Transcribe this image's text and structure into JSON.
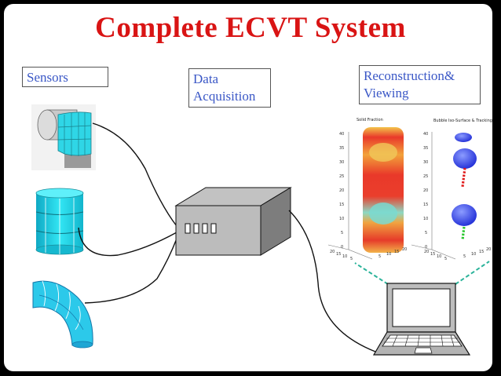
{
  "title": "Complete ECVT System",
  "labels": {
    "sensors": "Sensors",
    "data_acq_line1": "Data",
    "data_acq_line2": "Acquisition",
    "recon_line1": "Reconstruction&",
    "recon_line2": "Viewing"
  },
  "plots": {
    "left_title": "Solid Fraction",
    "right_title": "Bubble Iso-Surface & Tracking",
    "y_ticks": [
      "40",
      "35",
      "30",
      "25",
      "20",
      "15",
      "10",
      "5",
      "0"
    ],
    "x_ticks_a": [
      "20",
      "15",
      "10",
      "5"
    ],
    "x_ticks_b": [
      "5",
      "10",
      "15",
      "20"
    ]
  },
  "colors": {
    "title": "#d91414",
    "label_text": "#3a57c6",
    "sensor_cyan": "#22d8e8",
    "dashed_link": "#2bb39a"
  }
}
